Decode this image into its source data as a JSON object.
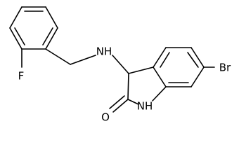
{
  "molecule": {
    "atoms": {
      "fluorine": "F",
      "amine": "NH",
      "bromine": "Br",
      "oxygen": "O",
      "lactam_nh": "NH"
    }
  }
}
